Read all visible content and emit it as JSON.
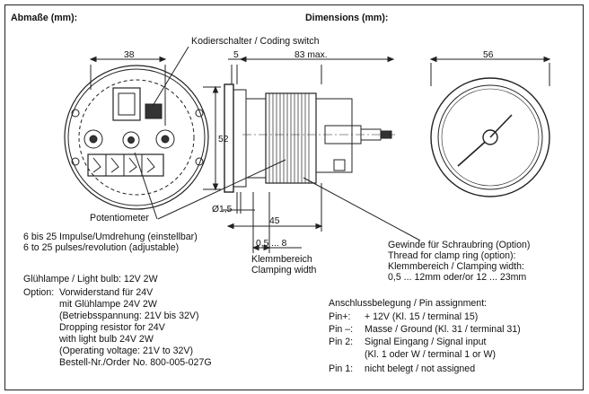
{
  "header": {
    "left": "Abmaße (mm):",
    "right": "Dimensions (mm):"
  },
  "labels": {
    "coding_switch": "Kodierschalter / Coding switch",
    "potentiometer": "Potentiometer",
    "pulses_de": "6 bis 25 Impulse/Umdrehung (einstellbar)",
    "pulses_en": "6 to 25 pulses/revolution (adjustable)",
    "clamping_de": "Klemmbereich",
    "clamping_en": "Clamping width",
    "light_bulb": "Glühlampe / Light bulb: 12V  2W"
  },
  "dimensions": {
    "d38": "38",
    "d52": "52",
    "d5": "5",
    "d83": "83 max.",
    "d56": "56",
    "d1_5": "Ø1,5",
    "d45": "45",
    "clamp_range": "0,5 ... 8"
  },
  "thread": [
    "Gewinde für Schraubring (Option)",
    "Thread for clamp ring (option):",
    "Klemmbereich / Clamping width:",
    "0,5 ... 12mm oder/or 12 ... 23mm"
  ],
  "option": {
    "label": "Option:",
    "lines": [
      "Vorwiderstand für 24V",
      "mit Glühlampe 24V 2W",
      "(Betriebsspannung: 21V bis 32V)",
      "Dropping resistor for 24V",
      "with light bulb 24V 2W",
      "(Operating voltage:  21V to 32V)",
      "Bestell-Nr./Order No. 800-005-027G"
    ]
  },
  "pins": {
    "heading": "Anschlussbelegung / Pin assignment:",
    "rows": [
      {
        "pin": "Pin+:",
        "desc": "+ 12V (Kl. 15 / terminal 15)"
      },
      {
        "pin": "Pin –:",
        "desc": "Masse / Ground (Kl. 31 / terminal 31)"
      },
      {
        "pin": "Pin 2:",
        "desc": "Signal Eingang / Signal input",
        "desc2": "(Kl. 1 oder W / terminal 1 or W)"
      },
      {
        "pin": "Pin 1:",
        "desc": "nicht belegt / not assigned"
      }
    ]
  }
}
